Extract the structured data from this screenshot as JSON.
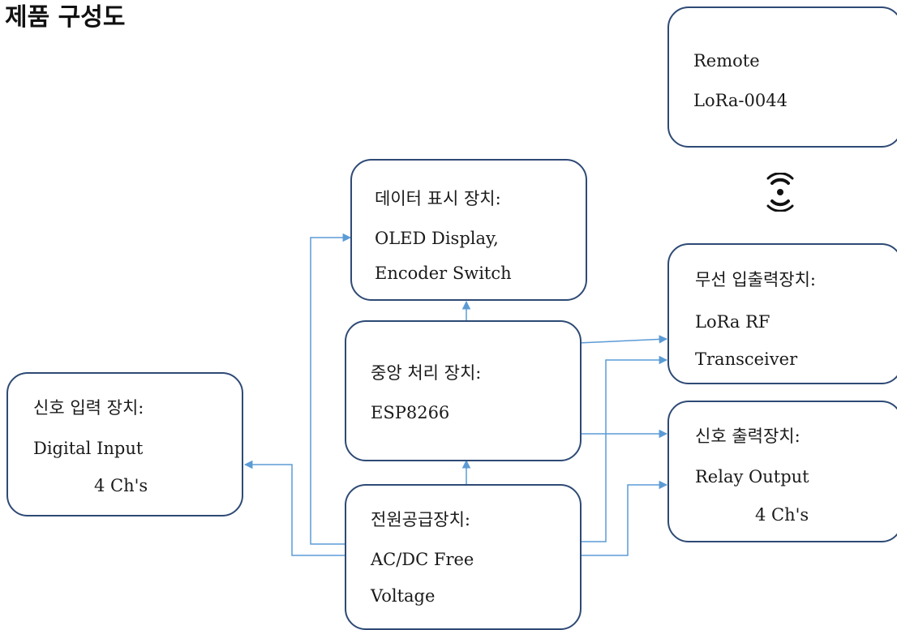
{
  "title": "제품 구성도",
  "colors": {
    "box_border": "#2e4a75",
    "connector": "#5b9bd5"
  },
  "blocks": {
    "remote": {
      "lines": [
        "Remote",
        "LoRa-0044"
      ]
    },
    "display": {
      "lines": [
        "데이터 표시 장치:",
        "OLED Display,",
        "Encoder Switch"
      ]
    },
    "radio": {
      "lines": [
        "무선 입출력장치:",
        "LoRa RF",
        "Transceiver"
      ]
    },
    "cpu": {
      "lines": [
        "중앙 처리 장치:",
        "ESP8266"
      ]
    },
    "input": {
      "lines": [
        "신호 입력 장치:",
        "Digital Input",
        "4 Ch's"
      ]
    },
    "output": {
      "lines": [
        "신호 출력장치:",
        "Relay Output",
        "4 Ch's"
      ]
    },
    "power": {
      "lines": [
        "전원공급장치:",
        "AC/DC Free",
        "Voltage"
      ]
    }
  },
  "icons": {
    "wireless": "wireless-signal-icon"
  }
}
